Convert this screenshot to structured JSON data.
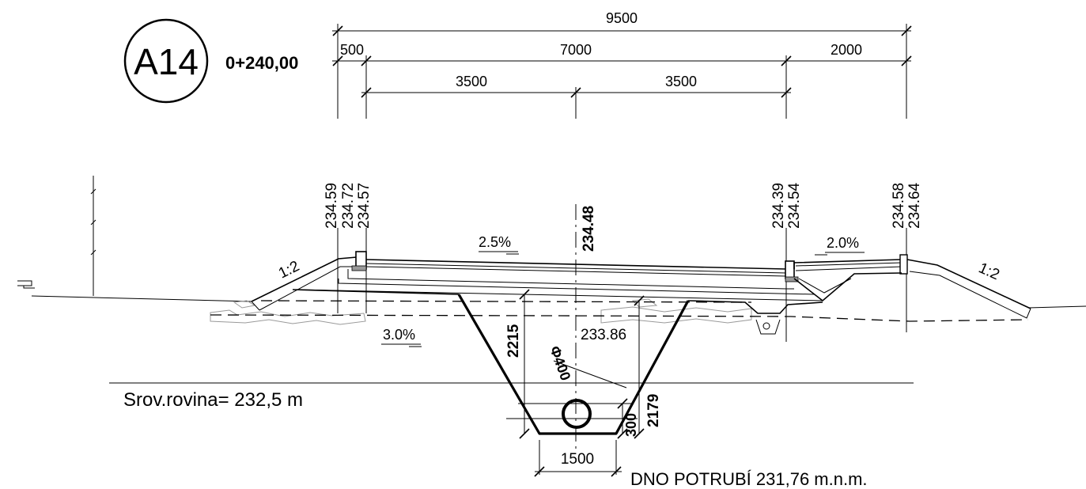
{
  "header": {
    "badge": "A14",
    "station": "0+240,00"
  },
  "dimensions": {
    "total": "9500",
    "left_offset": "500",
    "roadway": "7000",
    "right_part": "2000",
    "lane_left": "3500",
    "lane_right": "3500"
  },
  "elevations": {
    "left_edge": "234.59",
    "curb_top_left": "234.72",
    "curb_bottom_left": "234.57",
    "axis": "234.48",
    "curb_bottom_right": "234.39",
    "curb_top_right": "234.54",
    "sidewalk_inner": "234.58",
    "sidewalk_outer": "234.64",
    "trench_top": "233.86"
  },
  "slopes": {
    "roadway": "2.5%",
    "sidewalk": "2.0%",
    "subgrade": "3.0%",
    "embankment_left": "1:2",
    "embankment_right": "1:2"
  },
  "trench": {
    "depth": "2215",
    "pipe_diameter": "Φ400",
    "bedding": "300",
    "pipe_depth": "2179",
    "bottom_width": "1500"
  },
  "reference": {
    "plane": "Srov.rovina=  232,5  m",
    "pipe_bottom": "DNO  POTRUBÍ  231,76  m.n.m."
  }
}
